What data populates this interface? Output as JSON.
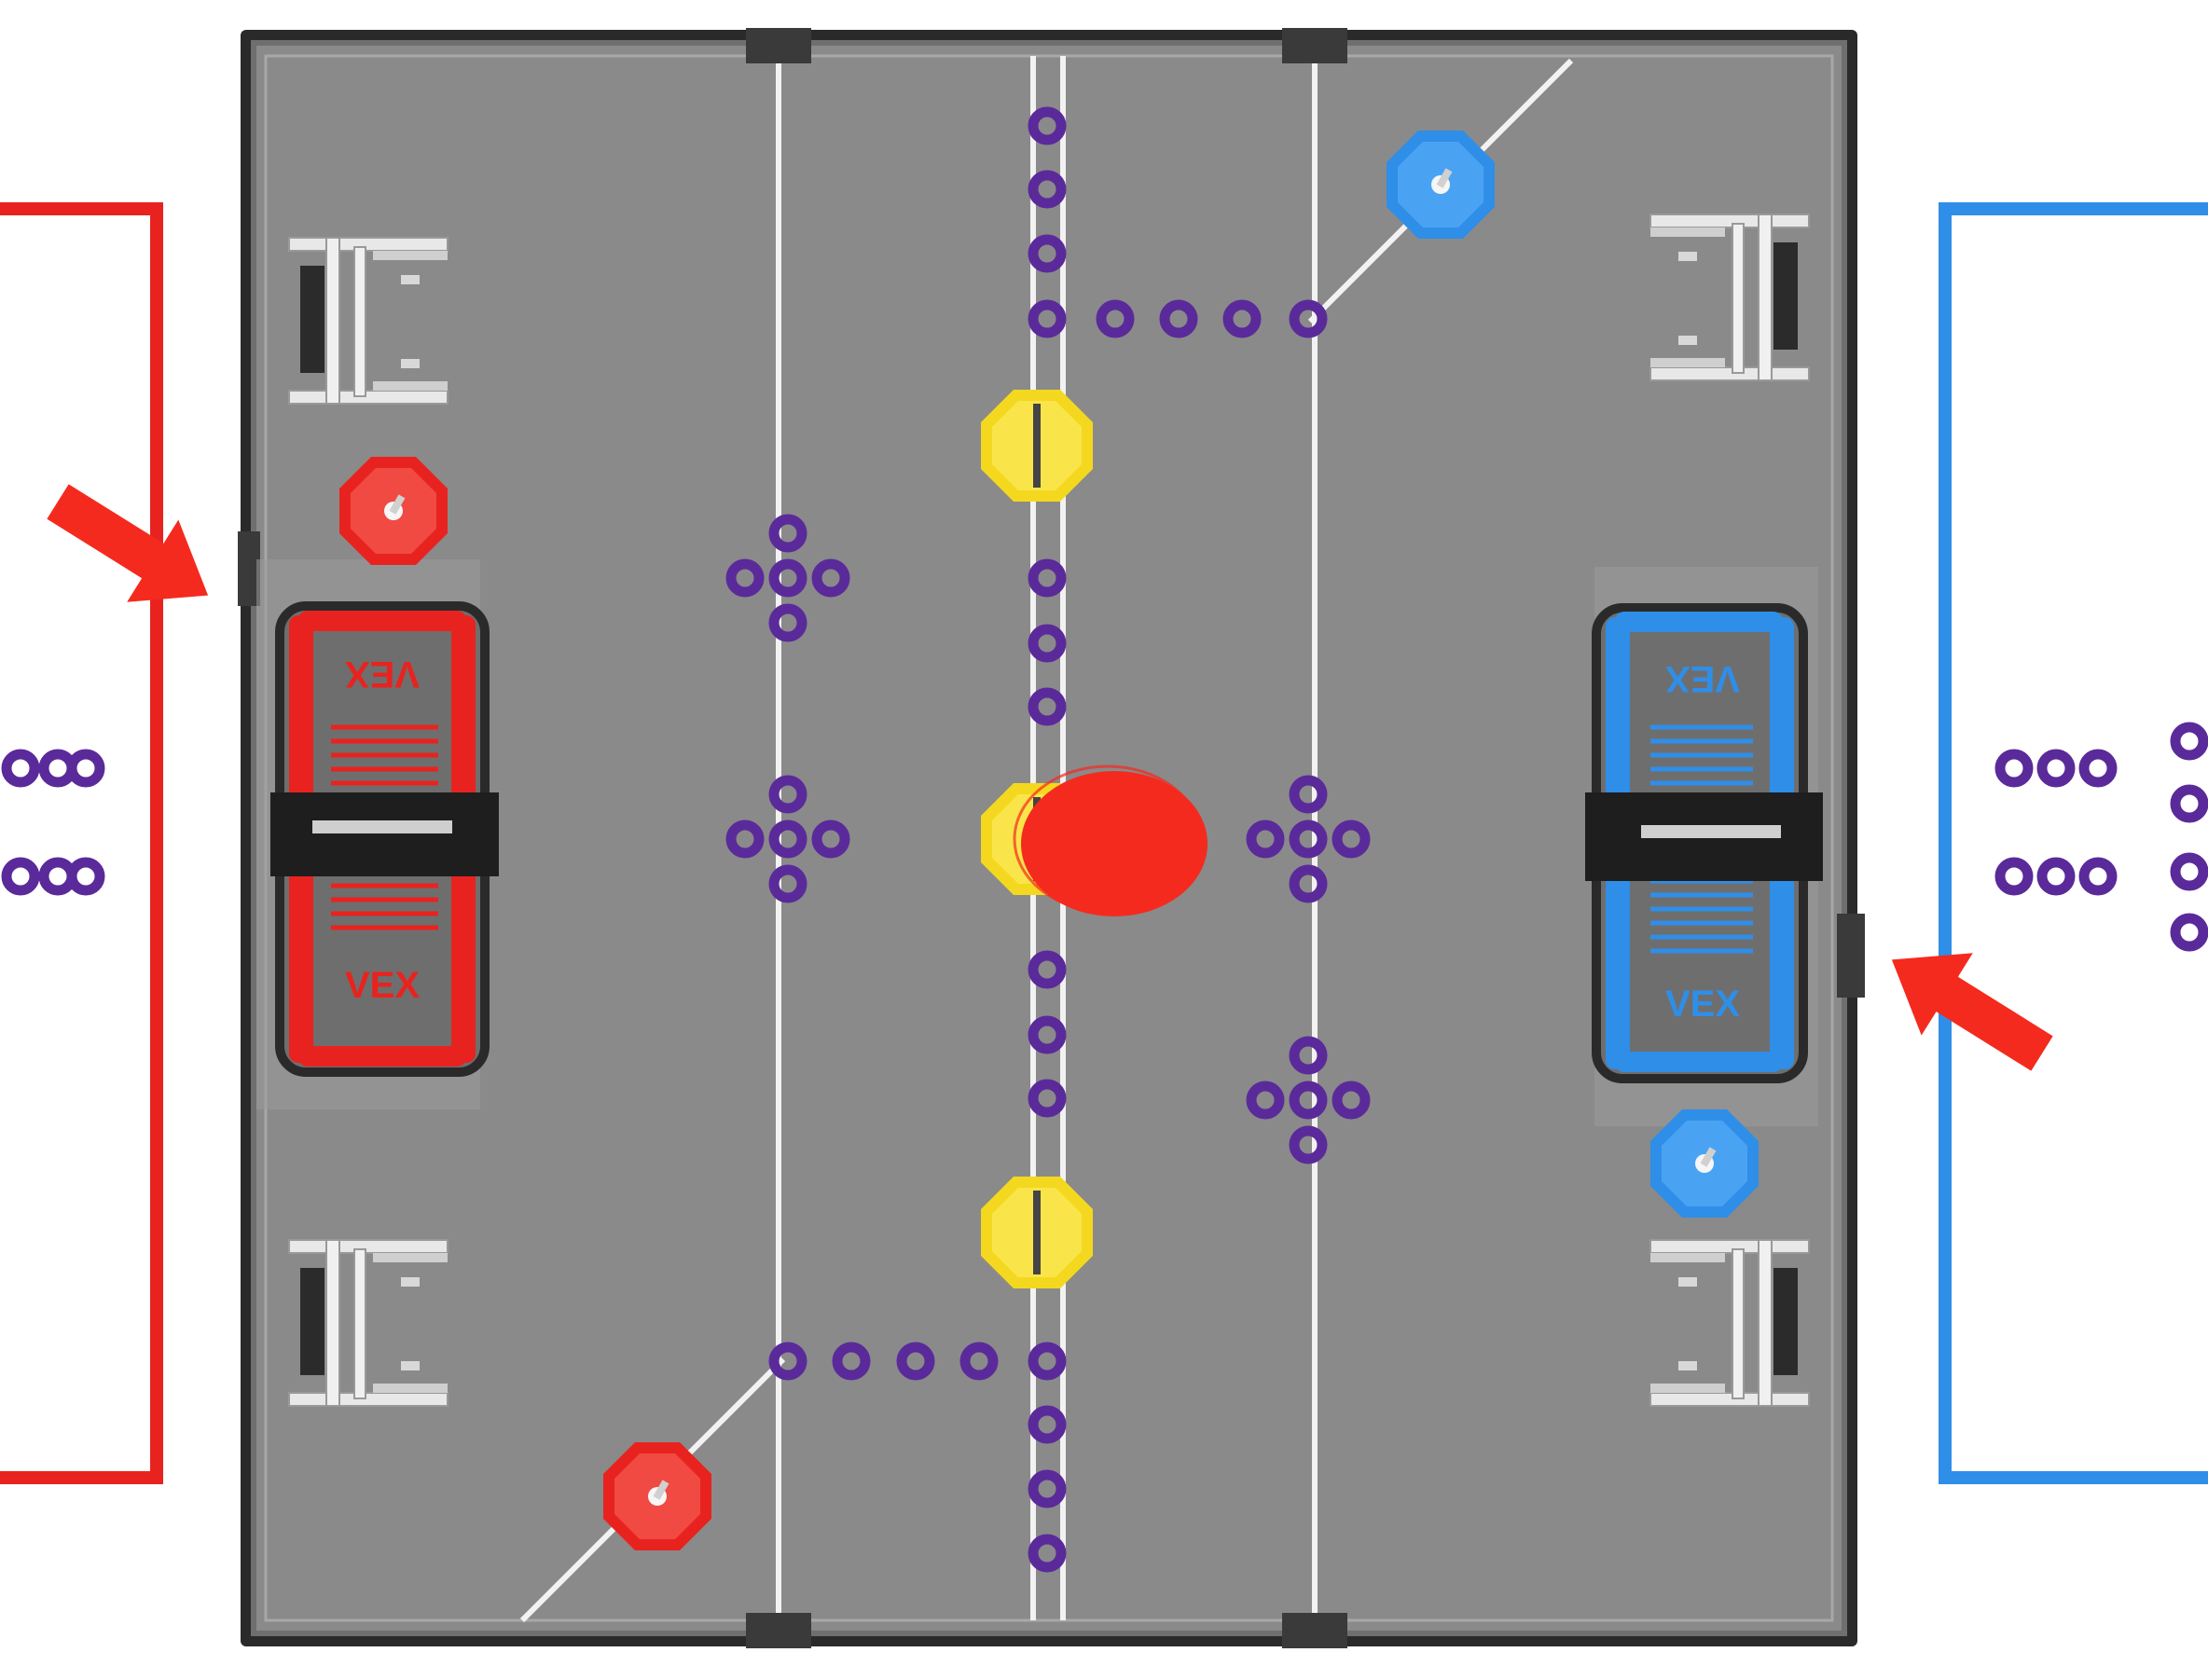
{
  "field": {
    "colors": {
      "tile": "#8a8a8a",
      "frame": "#2a2a2a",
      "tape": "#f2f2f2",
      "ring": "#5b2a9a",
      "red": "#e8231f",
      "blue": "#2f8ee8",
      "yellow": "#f4d81f",
      "marker": "#f52a1e"
    },
    "labels": {
      "vex": "VEX"
    },
    "elements": [
      "red-alliance-zone",
      "blue-alliance-zone",
      "red-platform",
      "blue-platform",
      "red-neutral-goal",
      "blue-neutral-goal",
      "yellow-goals",
      "purple-rings",
      "red-arrows",
      "red-dot-marker"
    ]
  }
}
